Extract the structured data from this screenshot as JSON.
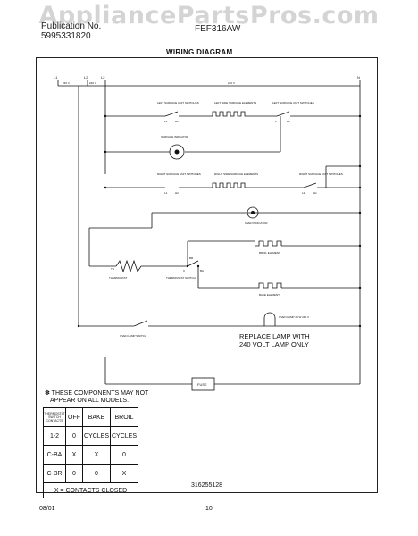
{
  "header": {
    "watermark": "AppliancePartsPros.com",
    "left_line1": "Publication No.",
    "left_line2": "5995331820",
    "model": "FEF316AW",
    "title": "WIRING DIAGRAM"
  },
  "diagram": {
    "lines": {
      "l1": "L1",
      "l2": "L2",
      "n": "N",
      "v1": "240 V",
      "v2": "240 V",
      "v3": "240 V"
    },
    "left_surface_switches": "LEFT SURFACE UNIT SWITCHES",
    "left_side_elements": "LEFT SIDE SURFACE ELEMENTS",
    "left_surface_switch_r": "LEFT SURFACE UNIT SWITCHES",
    "surface_indicator": "SURFACE INDICATOR",
    "right_surface_switches": "RIGHT SURFACE UNIT SWITCHES",
    "right_side_elements": "RIGHT SIDE SURFACE ELEMENTS",
    "right_surface_switch_r": "RIGHT SURFACE UNIT SWITCHES",
    "oven_indicator": "OVEN INDICATOR",
    "broil_element": "BROIL ELEMENT",
    "bake_element": "BAKE ELEMENT",
    "thermostat": "THERMOSTAT",
    "thermostat_switch": "THERMOSTAT SWITCH",
    "oven_lamp": "OVEN LAMP 40 W 240 V",
    "oven_lamp_switch": "OVEN LAMP SWITCH",
    "replace_note_1": "REPLACE LAMP WITH",
    "replace_note_2": "240 VOLT LAMP ONLY",
    "fuse_label": "FUSE",
    "terminals": {
      "l1": "L1",
      "h1": "H1",
      "h2": "H2",
      "p": "P",
      "l2": "L2",
      "ba": "BA",
      "br": "BR",
      "c": "C",
      "th": "TH"
    }
  },
  "notes": {
    "footnote_1": "✽ THESE COMPONENTS MAY NOT",
    "footnote_2": "APPEAR ON ALL MODELS."
  },
  "table": {
    "corner": "THERMOSTAT SWITCH CONTACTS",
    "headers": [
      "OFF",
      "BAKE",
      "BROIL"
    ],
    "rows": [
      {
        "contact": "1-2",
        "off": "0",
        "bake": "CYCLES",
        "broil": "CYCLES"
      },
      {
        "contact": "C-BA",
        "off": "X",
        "bake": "X",
        "broil": "0"
      },
      {
        "contact": "C-BR",
        "off": "0",
        "bake": "0",
        "broil": "X"
      }
    ],
    "legend": "X = CONTACTS CLOSED"
  },
  "footer": {
    "part_number": "316255128",
    "date": "08/01",
    "page": "10"
  }
}
